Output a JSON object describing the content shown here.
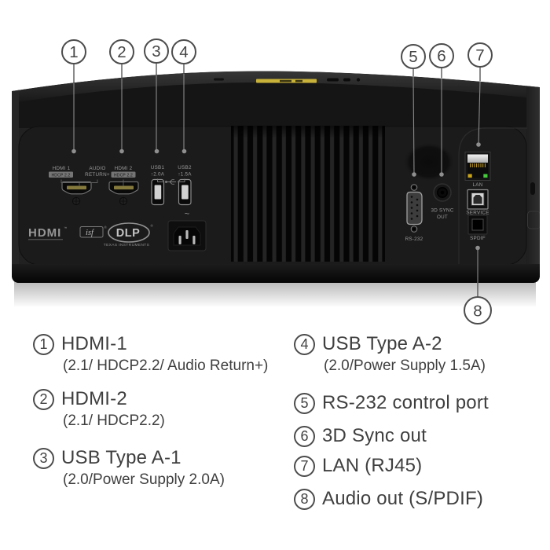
{
  "colors": {
    "body_dark": "#1f1f1f",
    "panel_label_text": "#9a9a9a",
    "callout_stroke": "#4c4c4c",
    "legend_text": "#3f3f3f",
    "warning_strip_yellow": "#c9b23a",
    "lan_led_yellow": "#c8a418",
    "lan_led_green": "#46c93c",
    "hdmi_tongue_gold": "#857a3c"
  },
  "figure": {
    "callouts": [
      {
        "num": "1"
      },
      {
        "num": "2"
      },
      {
        "num": "3"
      },
      {
        "num": "4"
      },
      {
        "num": "5"
      },
      {
        "num": "6"
      },
      {
        "num": "7"
      },
      {
        "num": "8"
      }
    ],
    "panel": {
      "hdmi1_label": "HDMI 1",
      "hdmi1_badge": "HDCP 2.2",
      "audio_return_line1": "AUDIO",
      "audio_return_line2": "RETURN+",
      "hdmi2_label": "HDMI 2",
      "hdmi2_badge": "HDCP 2.2",
      "usb1_label": "USB1",
      "usb1_power": "↑2.0A",
      "usb2_label": "USB2",
      "usb2_power": "↑1.5A",
      "ac_symbol": "~",
      "rs232_label": "RS-232",
      "sync3d_line1": "3D SYNC",
      "sync3d_line2": "OUT",
      "lan_label": "LAN",
      "service_label": "SERVICE",
      "spdif_label": "SPDIF"
    },
    "logos": {
      "hdmi": "HDMI",
      "hdmi_tm": "™",
      "isf": "isf",
      "isf_reg": "®",
      "dlp": "DLP",
      "dlp_reg": "®",
      "dlp_sub": "TEXAS INSTRUMENTS"
    }
  },
  "legend": {
    "left": [
      {
        "num": "1",
        "title": "HDMI-1",
        "subtitle": "(2.1/ HDCP2.2/ Audio Return+)"
      },
      {
        "num": "2",
        "title": "HDMI-2",
        "subtitle": "(2.1/ HDCP2.2)"
      },
      {
        "num": "3",
        "title": "USB Type A-1",
        "subtitle": "(2.0/Power Supply 2.0A)"
      }
    ],
    "right": [
      {
        "num": "4",
        "title": "USB Type A-2",
        "subtitle": "(2.0/Power Supply 1.5A)"
      },
      {
        "num": "5",
        "title": "RS-232 control port"
      },
      {
        "num": "6",
        "title": "3D Sync out"
      },
      {
        "num": "7",
        "title": "LAN (RJ45)"
      },
      {
        "num": "8",
        "title": "Audio out (S/PDIF)"
      }
    ]
  }
}
